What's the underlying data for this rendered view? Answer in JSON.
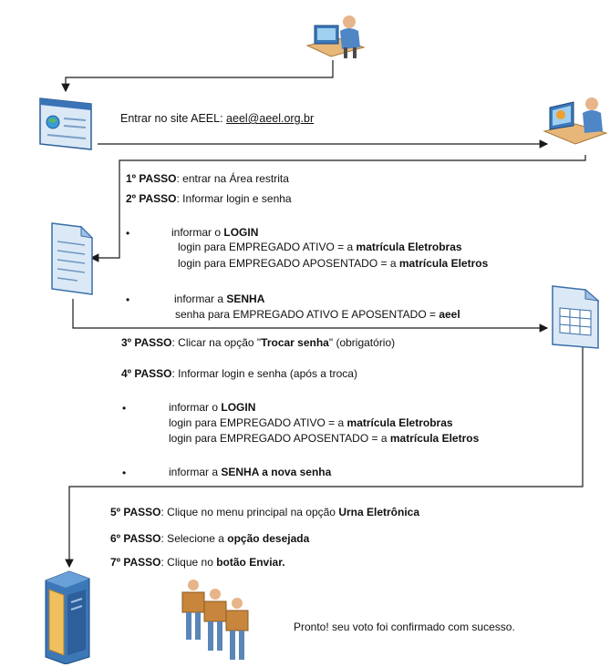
{
  "intro": {
    "prefix": "Entrar no site AEEL: ",
    "link": "aeel@aeel.org.br"
  },
  "steps": {
    "s1": {
      "label": "1º PASSO",
      "text": ":  entrar na Área restrita"
    },
    "s2": {
      "label": "2º PASSO",
      "text": ":  Informar login e senha"
    },
    "login_block_1": {
      "bullet": "•",
      "head_prefix": "informar o ",
      "head_bold": "LOGIN",
      "line1_text": "login para EMPREGADO ATIVO = a ",
      "line1_bold": "matrícula Eletrobras",
      "line2_text": "login para EMPREGADO APOSENTADO = a ",
      "line2_bold": "matrícula Eletros"
    },
    "senha_block_1": {
      "bullet": "•",
      "head_prefix": "informar a ",
      "head_bold": "SENHA",
      "line_text": "senha para EMPREGADO ATIVO E APOSENTADO = ",
      "line_bold": "aeel"
    },
    "s3": {
      "label": "3º PASSO",
      "text_a": ": Clicar na opção \"",
      "bold": "Trocar senha",
      "text_b": "\" (obrigatório)"
    },
    "s4": {
      "label": "4º PASSO",
      "text": ":  Informar login e senha (após a troca)"
    },
    "login_block_2": {
      "bullet": "•",
      "head_prefix": "informar o ",
      "head_bold": "LOGIN",
      "line1_text": "login para EMPREGADO ATIVO = a ",
      "line1_bold": "matrícula Eletrobras",
      "line2_text": "login para EMPREGADO APOSENTADO = a ",
      "line2_bold": "matrícula Eletros"
    },
    "senha_block_2": {
      "bullet": "•",
      "head_prefix": "informar a ",
      "head_bold": "SENHA a nova senha"
    },
    "s5": {
      "label": "5º PASSO",
      "text": ": Clique no menu principal na opção ",
      "bold": "Urna Eletrônica"
    },
    "s6": {
      "label": "6º PASSO",
      "text": ": Selecione a ",
      "bold": "opção desejada"
    },
    "s7": {
      "label": "7º PASSO",
      "text": ": Clique no ",
      "bold": "botão Enviar."
    }
  },
  "final": {
    "text": "Pronto! seu voto foi confirmado com sucesso."
  },
  "icons": [
    "user-at-computer-icon",
    "browser-window-icon",
    "user-at-workstation-icon",
    "document-icon",
    "spreadsheet-icon",
    "server-icon",
    "people-carrying-boxes-icon"
  ],
  "colors": {
    "line": "#1a1a1a",
    "accent_blue": "#4f86c6",
    "skin": "#e8b48a",
    "box": "#c8863c"
  }
}
